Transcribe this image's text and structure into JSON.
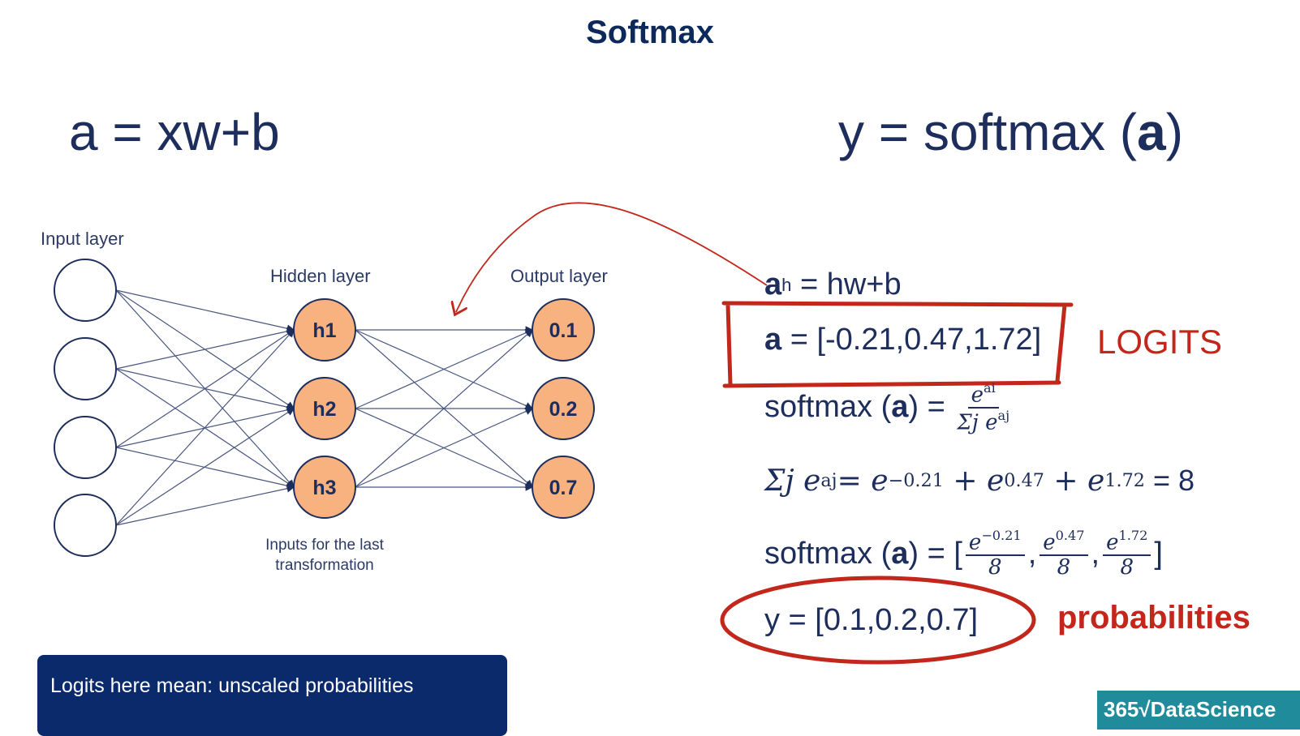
{
  "title": "Softmax",
  "left_formula": "a = xw+b",
  "right_formula": {
    "prefix": "y = softmax (",
    "arg": "a",
    "suffix": ")"
  },
  "diagram": {
    "input_label": "Input layer",
    "hidden_label": "Hidden layer",
    "output_label": "Output layer",
    "hidden_nodes": [
      "h1",
      "h2",
      "h3"
    ],
    "output_nodes": [
      "0.1",
      "0.2",
      "0.7"
    ],
    "caption_line1": "Inputs for the last",
    "caption_line2": "transformation",
    "colors": {
      "node_fill": "#f7b27f",
      "stroke": "#1d2d5c"
    }
  },
  "formulas": {
    "ah": {
      "a": "a",
      "sub": "h",
      "rest": " = hw+b"
    },
    "logits": {
      "a": "a",
      "rest": " = [-0.21,0.47,1.72]"
    },
    "softmax_def": {
      "prefix": "softmax (",
      "a": "a",
      "suffix": ") = ",
      "num": "e",
      "num_sup": "ai",
      "den": "Σj e",
      "den_sup": "aj"
    },
    "sum": {
      "lhs": "Σj e",
      "lhs_sup": "aj",
      "eq": "= e",
      "t1": "−0.21",
      "p1": " + e",
      "t2": "0.47",
      "p2": " + e",
      "t3": "1.72",
      "res": " = 8"
    },
    "softmax_vals": {
      "prefix": "softmax (",
      "a": "a",
      "suffix": ") = [",
      "fracs": [
        {
          "num": "e",
          "sup": "−0.21",
          "den": "8"
        },
        {
          "num": "e",
          "sup": "0.47",
          "den": "8"
        },
        {
          "num": "e",
          "sup": "1.72",
          "den": "8"
        }
      ],
      "sep": ",",
      "close": "]"
    },
    "y": "y = [0.1,0.2,0.7]"
  },
  "annotations": {
    "logits": "LOGITS",
    "probabilities": "probabilities",
    "color": "#c3271c"
  },
  "banner": "Logits here mean: unscaled probabilities",
  "logo": "365√DataScience"
}
